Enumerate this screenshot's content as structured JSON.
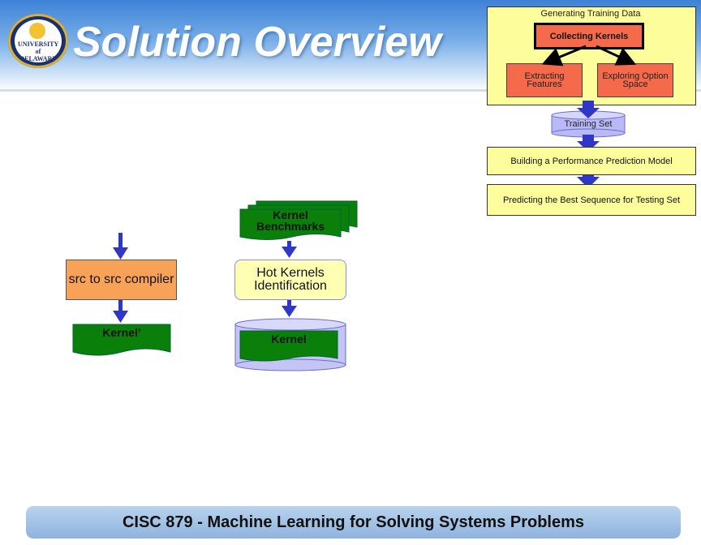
{
  "header": {
    "title": "Solution Overview",
    "logo_text": "UNIVERSITY of DELAWARE"
  },
  "right_flow": {
    "panel_title": "Generating Training Data",
    "collecting": "Collecting Kernels",
    "extracting": "Extracting Features",
    "exploring": "Exploring Option Space",
    "training_set": "Training Set",
    "building": "Building a Performance Prediction Model",
    "predicting": "Predicting the Best Sequence for Testing Set"
  },
  "left_flow": {
    "compiler": "src to src compiler",
    "kernel_prime": "Kernel’",
    "benchmarks": "Kernel Benchmarks",
    "hot_kernels": "Hot Kernels Identification",
    "kernel": "Kernel"
  },
  "colors": {
    "green": "#0a7f0a",
    "blue_arrow": "#2f36c8",
    "red_box": "#f56a4a",
    "yellow": "#fdfd9b"
  },
  "footer": {
    "course": "CISC 879 - Machine Learning for Solving Systems Problems"
  }
}
